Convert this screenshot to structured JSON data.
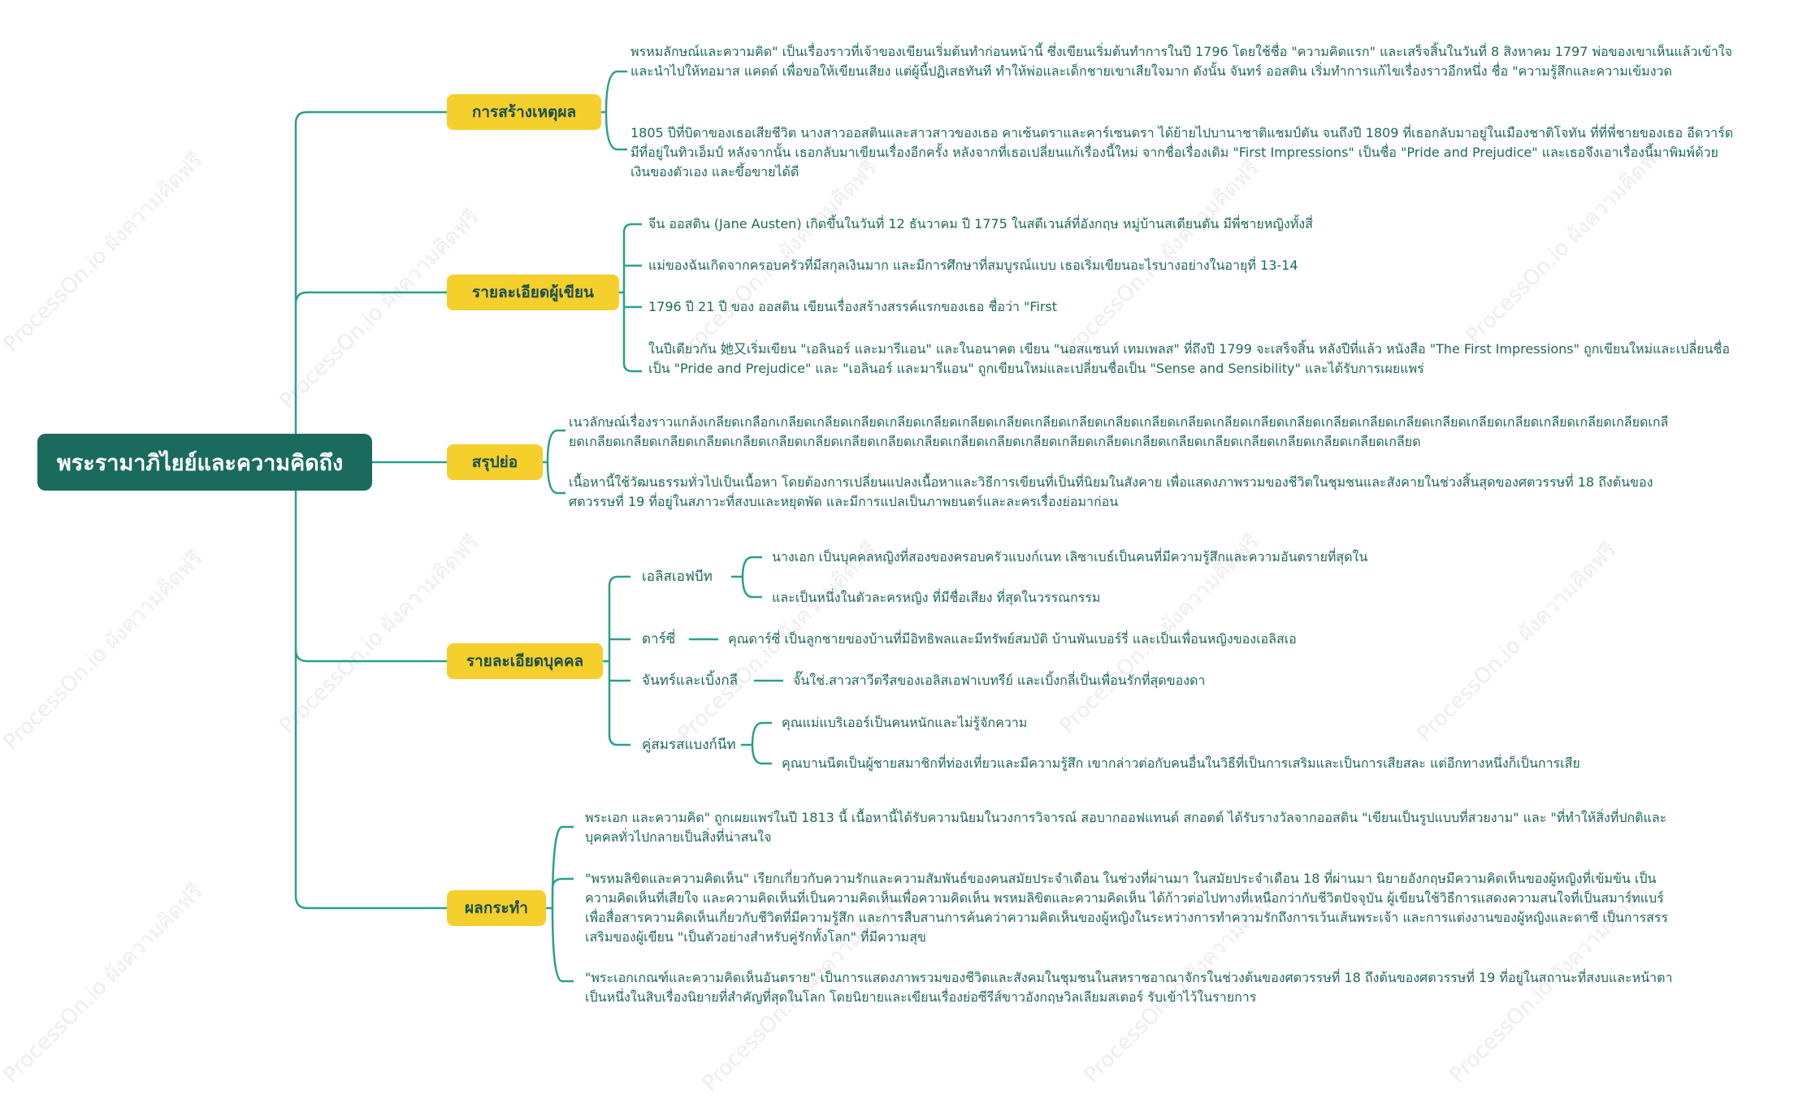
{
  "root": {
    "label": "พระรามาภิไยย์และความคิดถึง"
  },
  "watermark": "ProcessOn.io ผังความคิดฟรี",
  "branches": {
    "cause": {
      "label": "การสร้างเหตุผล",
      "items": [
        "พรหมลักษณ์และความคิด\" เป็นเรื่องราวที่เจ้าของเขียนเริ่มต้นทำก่อนหน้านี้ ซึ่งเขียนเริ่มต้นทำการในปี 1796 โดยใช้ชื่อ \"ความคิดแรก\" และเสร็จสิ้นในวันที่ 8 สิงหาคม 1797 พ่อของเขาเห็นแล้วเข้าใจ และนำไปให้ทอมาส แคดด์ เพื่อขอให้เขียนเสียง แต่ผู้นี้ปฏิเสธทันที ทำให้พ่อและเด็กชายเขาเสียใจมาก ดังนั้น จันทร์ ออสติน เริ่มทำการแก้ไขเรื่องราวอีกหนึ่ง ชื่อ \"ความรู้สึกและความเข้มงวด",
        "1805 ปีที่บิดาของเธอเสียชีวิต นางสาวออสตินและสาวสาวของเธอ คาเซ้นดราและคาร์เซนดรา ได้ย้ายไปบานาชาติแชมป์ตัน จนถึงปี 1809 ที่เธอกลับมาอยู่ในเมืองชาติโจทัน ที่ที่พี่ชายของเธอ อีดวาร์ด มีที่อยู่ในทิวเอ็มป์ หลังจากนั้น เธอกลับมาเขียนเรื่องอีกครั้ง หลังจากที่เธอเปลี่ยนแก้เรื่องนี้ใหม่ จากชื่อเรื่องเดิม \"First Impressions\" เป็นชื่อ \"Pride and Prejudice\" และเธอจึงเอาเรื่องนี้มาพิมพ์ด้วยเงินของตัวเอง และขึ้อขายได้ดี"
      ]
    },
    "author": {
      "label": "รายละเอียดผู้เขียน",
      "items": [
        "จีน ออสติน (Jane Austen) เกิดขึ้นในวันที่ 12 ธันวาคม ปี 1775 ในสตีเวนส์ที่อังกฤษ หมู่บ้านสเตียนตัน มีพี่ชายหญิงทั้งสี่",
        "แม่ของฉันเกิดจากครอบครัวที่มีสกุลเงินมาก และมีการศึกษาที่สมบูรณ์แบบ เธอเริ่มเขียนอะไรบางอย่างในอายุที่ 13-14",
        "1796 ปี 21 ปี ของ ออสติน เขียนเรื่องสร้างสรรค์แรกของเธอ ชื่อว่า \"First",
        "ในปีเดียวกัน 她又เริ่มเขียน \"เอลินอร์ และมารีแอน\" และในอนาคต เขียน \"นอสแซนท์ เทมเพลส\" ที่ถึงปี 1799 จะเสร็จสิ้น หลังปีที่แล้ว หนังสือ \"The First Impressions\" ถูกเขียนใหม่และเปลี่ยนชื่อเป็น \"Pride and Prejudice\" และ \"เอลินอร์ และมารีแอน\" ถูกเขียนใหม่และเปลี่ยนชื่อเป็น \"Sense and Sensibility\" และได้รับการเผยแพร่"
      ]
    },
    "summary": {
      "label": "สรุปย่อ",
      "items": [
        "เนวลักษณ์เรื่องราวแกล้งเกลียดเกลือกเกลียดเกลียดเกลียดเกลียดเกลียดเกลียดเกลียดเกลียดเกลียดเกลียดเกลียดเกลียดเกลียดเกลียดเกลียดเกลียดเกลียดเกลียดเกลียดเกลียดเกลียดเกลียดเกลียดเกลียดเกลียดเกลียดเกลียดเกลียดเกลียดเกลียดเกลียดเกลียดเกลียดเกลียดเกลียดเกลียดเกลียดเกลียดเกลียดเกลียดเกลียดเกลียดเกลียดเกลียดเกลียดเกลียดเกลียดเกลียด",
        "เนื้อหานี้ใช้วัฒนธรรมทั่วไปเป็นเนื้อหา โดยต้องการเปลี่ยนแปลงเนื้อหาและวิธีการเขียนที่เป็นที่นิยมในสังคาย เพื่อแสดงภาพรวมของชีวิตในชุมชนและสังคายในช่วงสิ้นสุดของศตวรรษที่ 18 ถึงต้นของศตวรรษที่ 19 ที่อยู่ในสภาวะที่สงบและหยุดพัด และมีการแปลเป็นภาพยนตร์และละครเรื่องย่อมาก่อน"
      ]
    },
    "characters": {
      "label": "รายละเอียดบุคคล",
      "groups": [
        {
          "name": "เอลิสเอฟบีท",
          "items": [
            "นางเอก เป็นบุคคลหญิงที่สองของครอบครัวแบงก์เนท เลิซาเบธ์เป็นคนที่มีความรู้สึกและความอันตรายที่สุดใน",
            "และเป็นหนึ่งในตัวละครหญิง ที่มีชื่อเสียง ที่สุดในวรรณกรรม"
          ]
        },
        {
          "name": "ดาร์ซี่",
          "items": [
            "คุณดาร์ซี่ เป็นลูกชายของบ้านที่มีอิทธิพลและมีทรัพย์สมบัติ บ้านพันเบอร์รี่ และเป็นเพื่อนหญิงของเอลิสเอ"
          ]
        },
        {
          "name": "จันทร์และเบิ้งกลี",
          "items": [
            "จั๊นใช่.สาวสาวีตรีสของเอลิสเอฟาเบทรีย์ และเบิ้งกลี่เป็นเพื่อนรักที่สุดของดา"
          ]
        },
        {
          "name": "คู่สมรสแบงก์นีท",
          "items": [
            "คุณแม่แบริเออร์เป็นคนหนักและไม่รู้จักความ",
            "คุณบานนีตเป็นผู้ชายสมาชิกที่ท่องเที่ยวและมีความรู้สึก เขากล่าวต่อกับคนอื่นในวิธีที่เป็นการเสริมและเป็นการเสียสละ แต่อีกทางหนึ่งก็เป็นการเสีย"
          ]
        }
      ]
    },
    "impact": {
      "label": "ผลกระทำ",
      "items": [
        "พระเอก และความคิด\" ถูกเผยแพร่ในปี 1813 นี้ เนื้อหานี้ได้รับความนิยมในวงการวิจารณ์ สอบากออฟแทนด์ สกอตต์ ได้รับรางวัลจากออสติน \"เขียนเป็นรูปแบบที่สวยงาม\" และ \"ที่ทำให้สิ่งที่ปกติและบุคคลทั่วไปกลายเป็นสิ่งที่น่าสนใจ",
        "\"พรหมลิขิตและความคิดเห็น\" เรียกเกี่ยวกับความรักและความสัมพันธ์ของคนสมัยประจำเดือน ในช่วงที่ผ่านมา ในสมัยประจำเดือน 18 ที่ผ่านมา นิยายอังกฤษมีความคิดเห็นของผู้หญิงที่เข้มข้น เป็นความคิดเห็นที่เสียใจ และความคิดเห็นที่เป็นความคิดเห็นเพื่อความคิดเห็น พรหมลิขิตและความคิดเห็น ได้ก้าวต่อไปทางที่เหนือกว่ากับชีวิตปัจจุบัน ผู้เขียนใช้วิธีการแสดงความสนใจที่เป็นสมาร์ทแบร์ เพื่อสื่อสารความคิดเห็นเกี่ยวกับชีวิตที่มีความรู้สึก และการสืบสานการค้นคว่าความคิดเห็นของผู้หญิงในระหว่างการทำความรักถึงการเว้นเส้นพระเจ้า และการแต่งงานของผู้หญิงและดาซี เป็นการสรรเสริมของผู้เขียน \"เป็นตัวอย่างสำหรับคู่รักทั้งโลก\" ที่มีความสุข",
        "\"พระเอกเกณฑ์และความคิดเห็นอันตราย\" เป็นการแสดงภาพรวมของชีวิตและสังคมในชุมชนในสหราชอาณาจักรในช่วงต้นของศตวรรษที่ 18 ถึงต้นของศตวรรษที่ 19 ที่อยู่ในสถานะที่สงบและหน้าตาเป็นหนึ่งในสิบเรื่องนิยายที่สำคัญที่สุดในโลก โดยนิยายและเขียนเรื่องย่อซีรีส์ขาวอังกฤษวิลเลียมสเตอร์ รับเข้าไว้ในรายการ"
      ]
    }
  },
  "colors": {
    "root_bg": "#1a6b5e",
    "branch_bg": "#f5cf2c",
    "line": "#2aa08a",
    "text": "#1d6a5c"
  }
}
